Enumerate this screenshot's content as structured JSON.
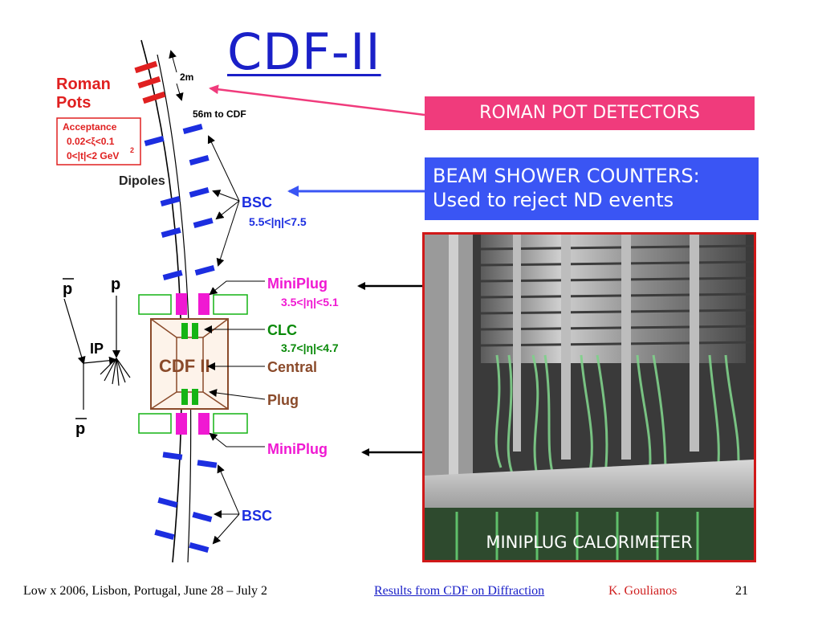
{
  "title": "CDF-II",
  "callouts": {
    "roman_pots": "ROMAN POT DETECTORS",
    "beam_line1": "BEAM SHOWER COUNTERS:",
    "beam_line2": "Used to reject ND events",
    "photo_caption": "MINIPLUG CALORIMETER"
  },
  "diagram": {
    "roman_line1": "Roman",
    "roman_line2": "Pots",
    "acceptance_title": "Acceptance",
    "acceptance_xi": "0.02<ξ<0.1",
    "acceptance_t": "0<|t|<2 GeV",
    "acceptance_t_sup": "2",
    "dist_2m": "2m",
    "dist_56m": "56m to CDF",
    "dipoles": "Dipoles",
    "bsc": "BSC",
    "bsc_range": "5.5<|η|<7.5",
    "miniplug": "MiniPlug",
    "miniplug_range": "3.5<|η|<5.1",
    "clc": "CLC",
    "clc_range": "3.7<|η|<4.7",
    "central": "Central",
    "plug": "Plug",
    "cdf2": "CDF II",
    "pbar": "p",
    "p": "p",
    "pomeron": "IP"
  },
  "colors": {
    "title_blue": "#1a20c8",
    "roman_pink": "#f03b7c",
    "beam_blue": "#3a55f4",
    "photo_border": "#d01818",
    "detector_red": "#e02020",
    "detector_blue": "#1c2ee0",
    "miniplug_magenta": "#f019d2",
    "clc_green": "#14b414"
  },
  "footer": {
    "conference": "Low x 2006, Lisbon, Portugal, June 28 – July 2",
    "talk": "Results from CDF on Diffraction",
    "author": "K. Goulianos",
    "page": "21"
  }
}
